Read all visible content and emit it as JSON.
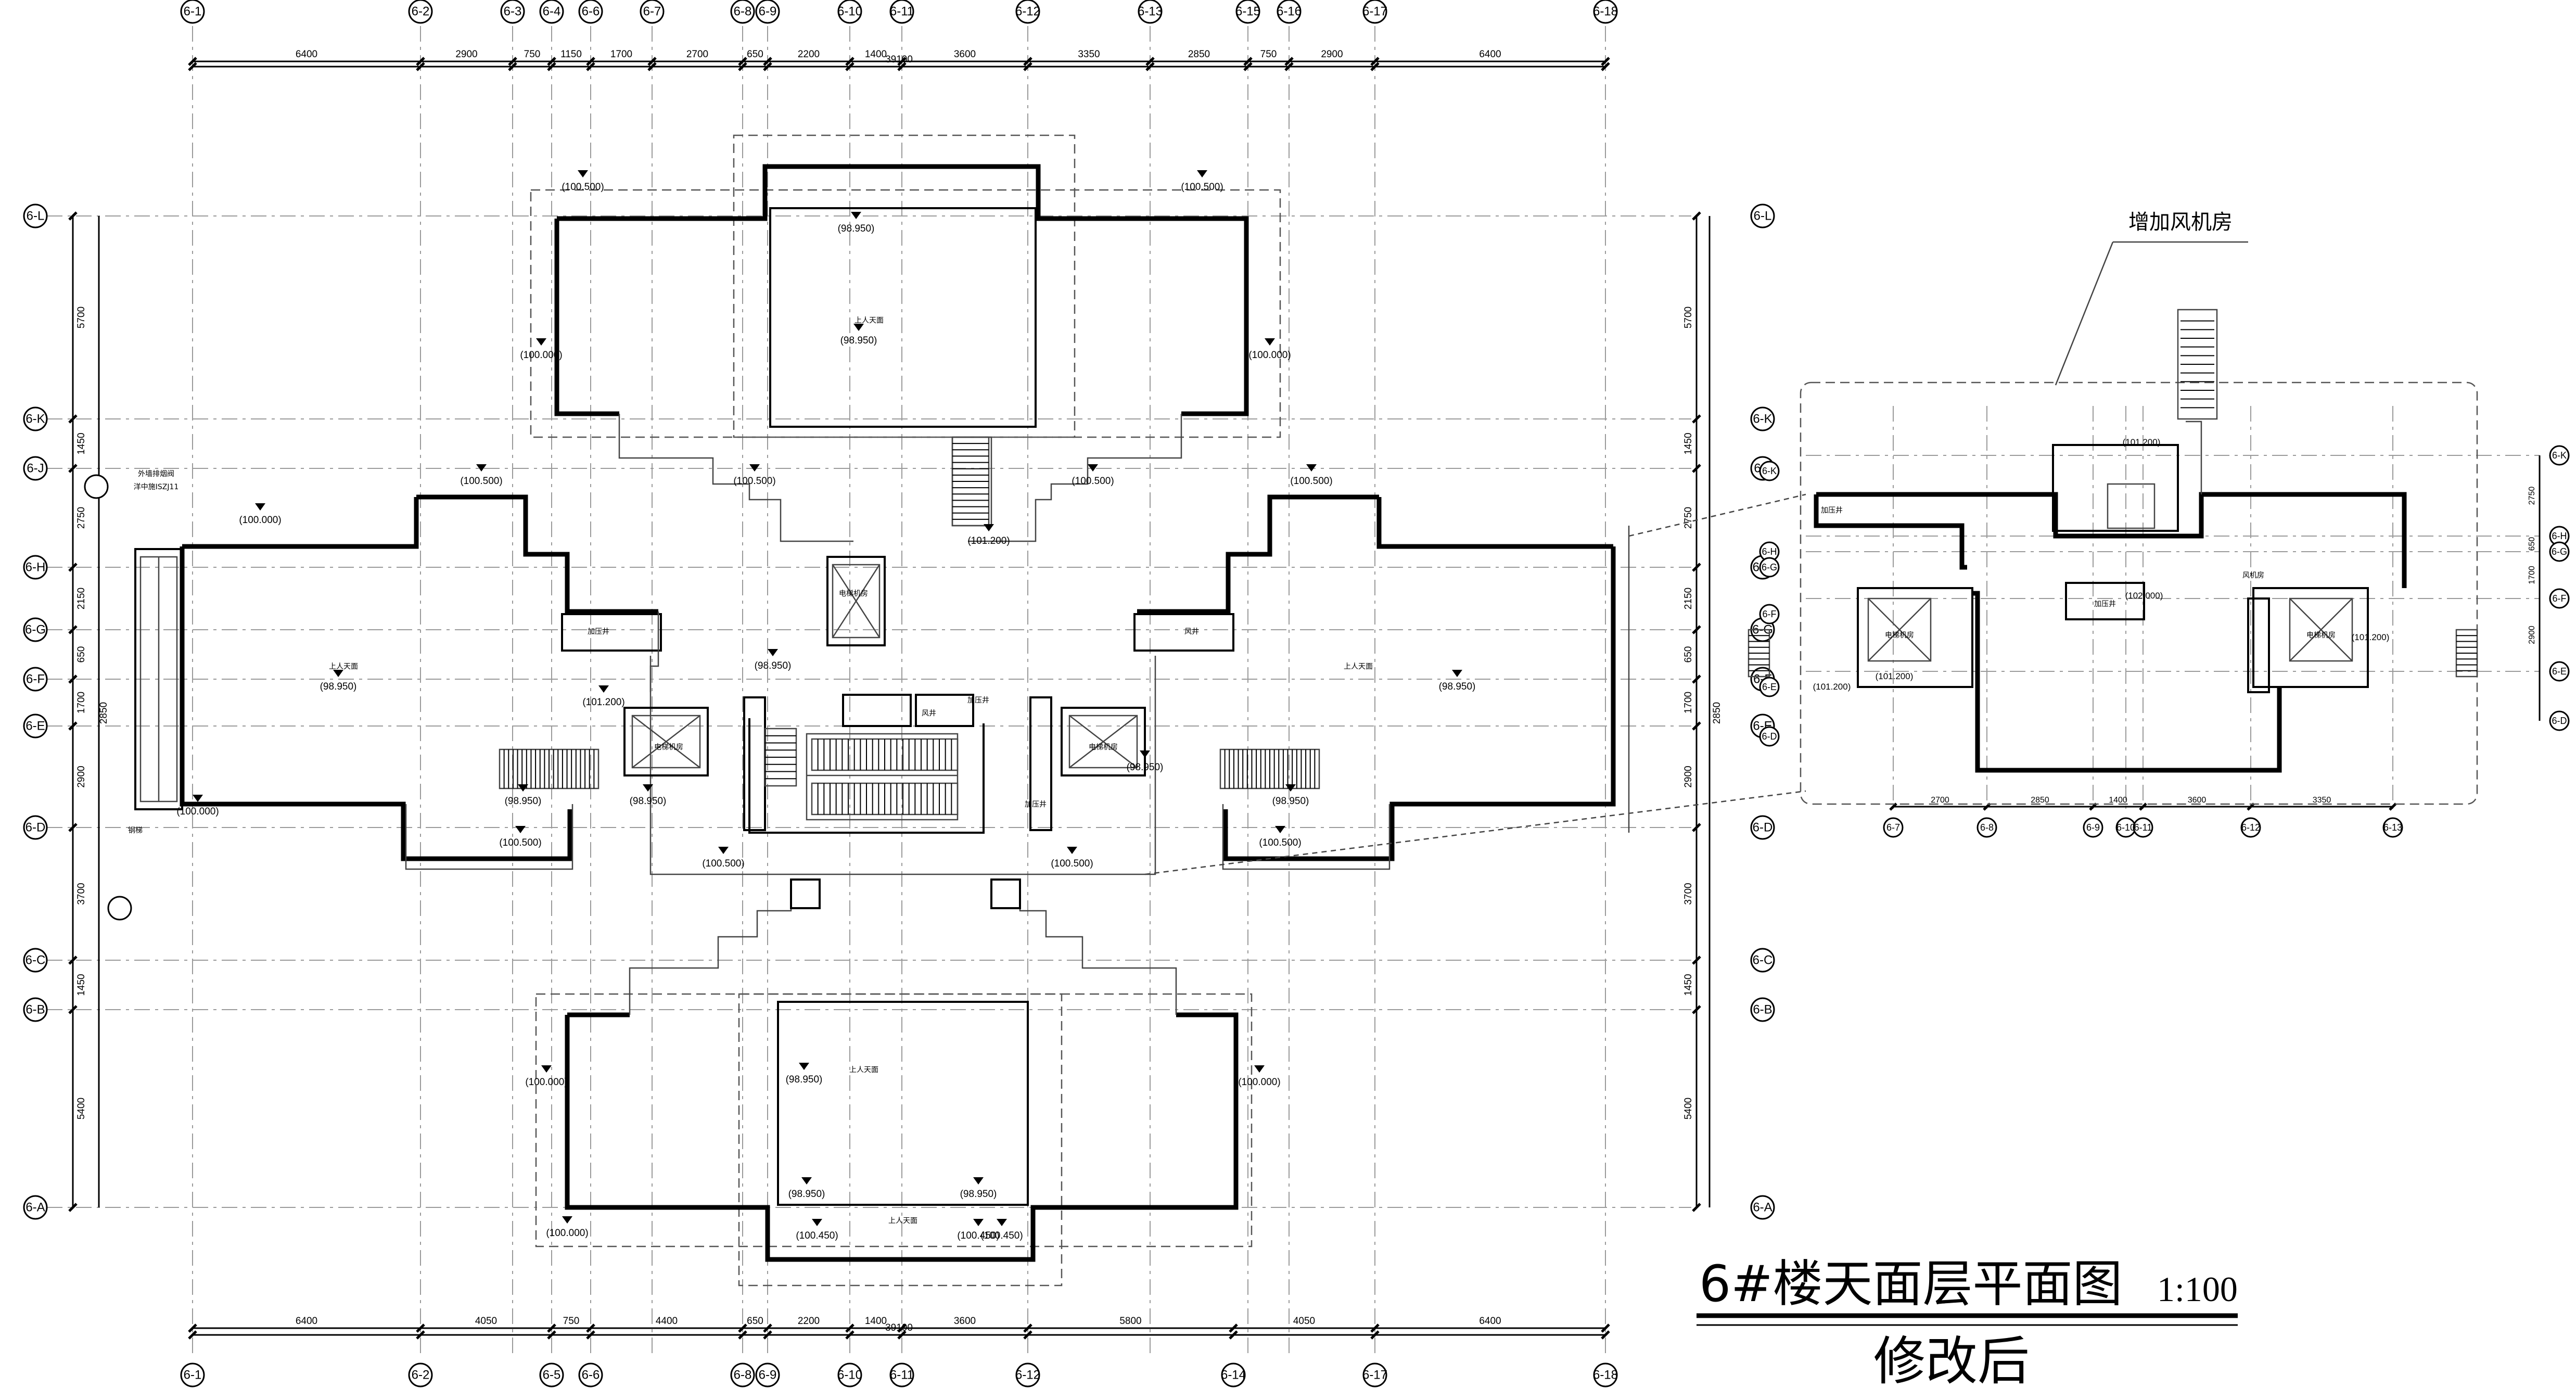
{
  "title": {
    "main": "6#楼天面层平面图",
    "scale": "1:100",
    "subtitle": "修改后"
  },
  "annotation": {
    "fan_room": "增加风机房"
  },
  "axes_top": [
    "6-1",
    "6-2",
    "6-3",
    "6-4",
    "6-6",
    "6-7",
    "6-8",
    "6-9",
    "6-10",
    "6-11",
    "6-12",
    "6-13",
    "6-15",
    "6-16",
    "6-17",
    "6-18"
  ],
  "axes_bottom": [
    "6-1",
    "6-2",
    "6-5",
    "6-6",
    "6-8",
    "6-9",
    "6-10",
    "6-11",
    "6-12",
    "6-14",
    "6-17",
    "6-18"
  ],
  "axes_left": [
    "6-L",
    "6-K",
    "6-J",
    "6-H",
    "6-G",
    "6-F",
    "6-E",
    "6-D",
    "6-C",
    "6-B",
    "6-A"
  ],
  "axes_right": [
    "6-L",
    "6-K",
    "6-J",
    "6-H",
    "6-G",
    "6-F",
    "6-E",
    "6-D",
    "6-C",
    "6-B",
    "6-A"
  ],
  "dims_top": [
    "6400",
    "2900",
    "750",
    "1150",
    "1700",
    "2700",
    "650",
    "2200",
    "1400",
    "3600",
    "3350",
    "2850",
    "750",
    "2900",
    "6400"
  ],
  "dims_top_total": "39100",
  "dims_bottom": [
    "6400",
    "4050",
    "750",
    "4400",
    "650",
    "2200",
    "1400",
    "3600",
    "5800",
    "4050",
    "6400"
  ],
  "dims_bottom_total": "39100",
  "dims_left": [
    "5700",
    "1450",
    "2750",
    "2150",
    "650",
    "1700",
    "2900",
    "3700",
    "1450",
    "5400"
  ],
  "dims_left_sub": "2850",
  "dims_right": [
    "5700",
    "1450",
    "2750",
    "2150",
    "650",
    "1700",
    "2900",
    "3700",
    "1450",
    "5400"
  ],
  "dims_right_sub": "2850",
  "detail": {
    "axes_bottom": [
      "6-7",
      "6-8",
      "6-9",
      "6-10",
      "6-11",
      "6-12",
      "6-13"
    ],
    "axes_right": [
      "6-K",
      "6-H",
      "6-G",
      "6-F",
      "6-E",
      "6-D"
    ],
    "dims_bottom": [
      "2700",
      "2850",
      "1400",
      "3600",
      "3350"
    ],
    "dims_right": [
      "2750",
      "650",
      "1700",
      "2900"
    ],
    "elevations": [
      "(101.200)",
      "(101.200)",
      "(102.000)",
      "(101.200)",
      "(101.200)"
    ],
    "rooms": [
      "加压井",
      "风机房",
      "电梯机房",
      "加压井",
      "电梯机房"
    ]
  },
  "elevations": [
    "(100.000)",
    "(100.000)",
    "(100.000)",
    "(100.000)",
    "(98.950)",
    "(98.950)",
    "(98.950)",
    "(98.950)",
    "(98.950)",
    "(98.950)",
    "(98.950)",
    "(98.950)",
    "(98.950)",
    "(98.950)",
    "(98.950)",
    "(98.950)",
    "(100.500)",
    "(100.500)",
    "(100.500)",
    "(100.500)",
    "(100.500)",
    "(100.500)",
    "(100.500)",
    "(100.500)",
    "(100.500)",
    "(100.500)",
    "(101.200)",
    "(101.200)",
    "(100.450)",
    "(100.450)",
    "(100.450)",
    "(100.000)",
    "(100.000)",
    "(100.000)"
  ],
  "rooms": [
    "上人天面",
    "上人天面",
    "上人天面",
    "上人天面",
    "上人天面",
    "电梯机房",
    "电梯机房",
    "电梯机房",
    "加压井",
    "加压井",
    "加压井",
    "风井",
    "风井"
  ],
  "notes": [
    "外墙排烟阀",
    "洋中施ISZJ11",
    "钢梯"
  ]
}
